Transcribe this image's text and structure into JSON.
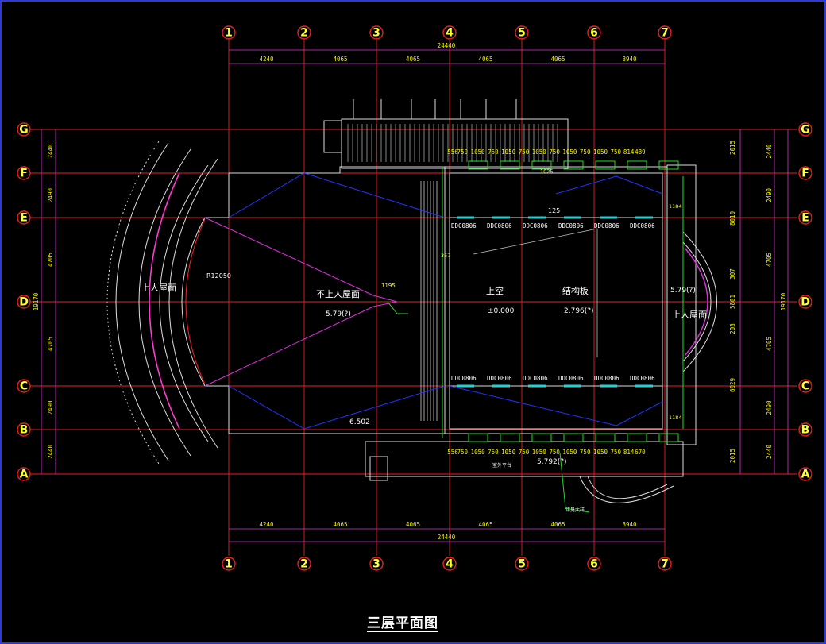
{
  "drawing_title": "三层平面图",
  "grid_columns": [
    "1",
    "2",
    "3",
    "4",
    "5",
    "6",
    "7"
  ],
  "grid_rows": [
    "G",
    "F",
    "E",
    "D",
    "C",
    "B",
    "A"
  ],
  "top_dims": [
    "4240",
    "4065",
    "4065",
    "4065",
    "4065",
    "3940"
  ],
  "overall_width": "24440",
  "left_dims": [
    "2440",
    "2490",
    "4705",
    "4705",
    "2490",
    "2440"
  ],
  "overall_height": "19170",
  "right_dims": [
    "2015",
    "8010",
    "6029",
    "2015"
  ],
  "right_mid_dims": [
    "307",
    "5801",
    "203"
  ],
  "window_dims_top": [
    "556",
    "750",
    "1050",
    "750",
    "1050",
    "750",
    "1050",
    "750",
    "1050",
    "750",
    "1050",
    "750",
    "814",
    "489"
  ],
  "window_dims_bottom": [
    "556",
    "750",
    "1050",
    "750",
    "1050",
    "750",
    "1050",
    "750",
    "1050",
    "750",
    "1050",
    "750",
    "814",
    "670"
  ],
  "window_tags": [
    "DDC0806",
    "DDC0806",
    "DDC0806",
    "DDC0806",
    "DDC0806",
    "DDC0806"
  ],
  "labels": {
    "roof_left": "上人屋面",
    "radius": "R12050",
    "roof_center": "不上人屋面",
    "elev_center": "5.79(?)",
    "dim_1195": "1195",
    "void": "上空",
    "elev_void": "±0.000",
    "structure_slab": "结构板",
    "elev_slab": "2.796(?)",
    "elev_right": "5.79(?)",
    "roof_right": "上人屋面",
    "elev_bottom": "6.502",
    "elev_bottom_right": "5.792(?)",
    "terrace": "室外平台",
    "callout": "详见大样",
    "dim_1184a": "1184",
    "dim_1184b": "1184",
    "dim_357": "357",
    "dim_125": "125",
    "dim_1025": "1025"
  }
}
